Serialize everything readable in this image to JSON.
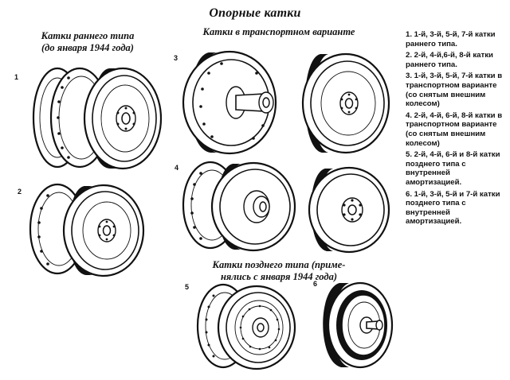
{
  "title": "Опорные катки",
  "captions": {
    "early": [
      "Катки раннего типа",
      "(до января 1944 года)"
    ],
    "transport": [
      "Катки в транспортном варианте"
    ],
    "late": [
      "Катки позднего типа (приме-",
      "нялись с января 1944 года)"
    ]
  },
  "figure_numbers": [
    "1",
    "2",
    "3",
    "4",
    "5",
    "6"
  ],
  "legend": [
    "1. 1-й, 3-й, 5-й, 7-й катки раннего типа.",
    "2. 2-й, 4-й,6-й, 8-й катки раннего типа.",
    "3. 1-й, 3-й, 5-й, 7-й катки в транспортном варианте (со снятым внешним колесом)",
    "4. 2-й, 4-й, 6-й, 8-й катки в транспортном варианте (со снятым внешним колесом)",
    "5. 2-й, 4-й, 6-й и 8-й катки позднего типа с внутренней амортизацией.",
    "6. 1-й, 3-й, 5-й и 7-й катки позднего типа с внутренней амортизацией."
  ]
}
